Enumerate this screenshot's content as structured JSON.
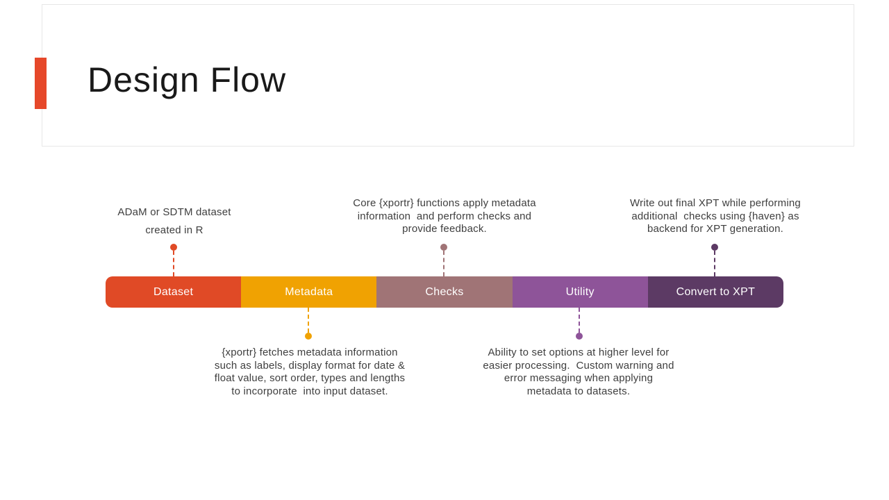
{
  "slide": {
    "title": "Design Flow"
  },
  "colors": {
    "background": "#FFFFFF",
    "accent_bar": "#E6482A",
    "title_text": "#191919",
    "body_text": "#3E3E3E",
    "title_box_border": "#E7E7E7",
    "segment_label": "#FFFFFF"
  },
  "flow": {
    "segments": [
      {
        "label": "Dataset",
        "color": "#E04A26"
      },
      {
        "label": "Metadata",
        "color": "#F0A202"
      },
      {
        "label": "Checks",
        "color": "#A07476"
      },
      {
        "label": "Utility",
        "color": "#8E5499"
      },
      {
        "label": "Convert to XPT",
        "color": "#5C3A64"
      }
    ]
  },
  "annotations": {
    "dataset": {
      "position": "above",
      "lines": [
        "ADaM or SDTM dataset",
        "created in R"
      ]
    },
    "checks": {
      "position": "above",
      "lines": [
        "Core {xportr} functions apply metadata",
        "information  and perform checks and",
        "provide feedback."
      ]
    },
    "convert": {
      "position": "above",
      "lines": [
        "Write out final XPT while performing",
        "additional  checks using {haven} as",
        "backend for XPT generation."
      ]
    },
    "metadata": {
      "position": "below",
      "lines": [
        "{xportr} fetches metadata information",
        "such as labels, display format for date &",
        "float value, sort order, types and lengths",
        "to incorporate  into input dataset."
      ]
    },
    "utility": {
      "position": "below",
      "lines": [
        "Ability to set options at higher level for",
        "easier processing.  Custom warning and",
        "error messaging when applying",
        "metadata to datasets."
      ]
    }
  }
}
